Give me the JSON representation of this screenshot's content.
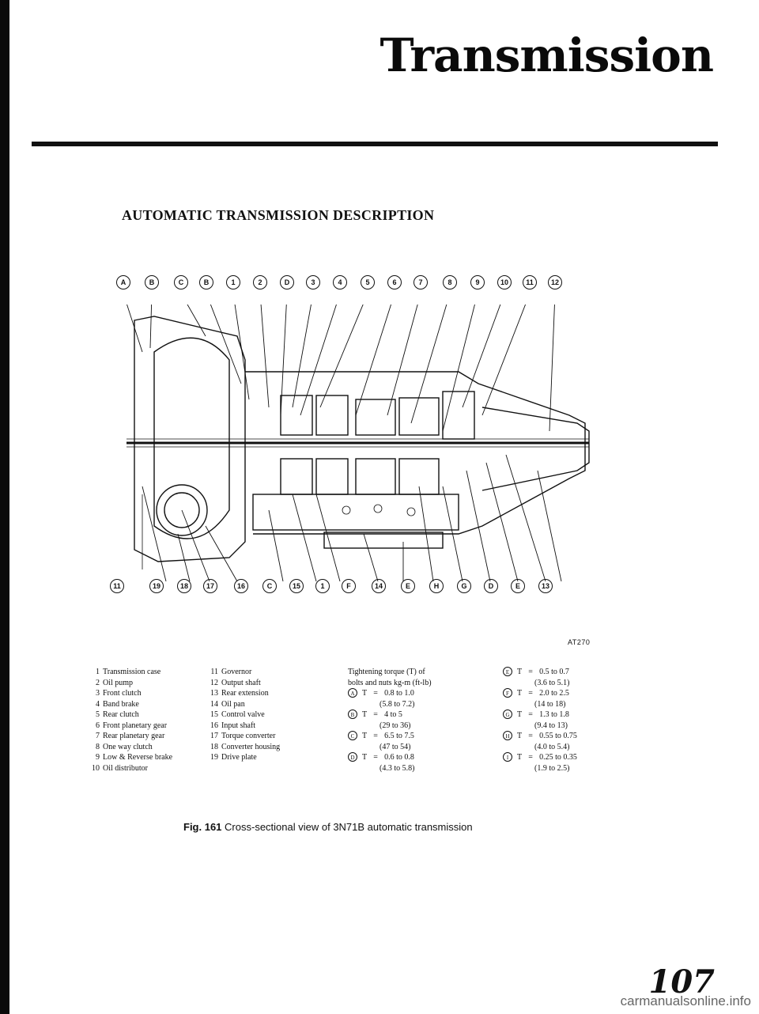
{
  "header": {
    "title": "Transmission"
  },
  "section_heading": "AUTOMATIC TRANSMISSION DESCRIPTION",
  "figure": {
    "code": "AT270",
    "top_callouts": [
      "A",
      "B",
      "C",
      "B",
      "1",
      "2",
      "D",
      "3",
      "4",
      "5",
      "6",
      "7",
      "8",
      "9",
      "10",
      "11",
      "12"
    ],
    "bottom_callouts": [
      "11",
      "19",
      "18",
      "17",
      "16",
      "C",
      "15",
      "1",
      "F",
      "14",
      "E",
      "H",
      "G",
      "D",
      "E",
      "13"
    ]
  },
  "legend_col1": [
    {
      "n": "1",
      "t": "Transmission case"
    },
    {
      "n": "2",
      "t": "Oil pump"
    },
    {
      "n": "3",
      "t": "Front clutch"
    },
    {
      "n": "4",
      "t": "Band brake"
    },
    {
      "n": "5",
      "t": "Rear clutch"
    },
    {
      "n": "6",
      "t": "Front planetary gear"
    },
    {
      "n": "7",
      "t": "Rear planetary gear"
    },
    {
      "n": "8",
      "t": "One way clutch"
    },
    {
      "n": "9",
      "t": "Low & Reverse brake"
    },
    {
      "n": "10",
      "t": "Oil distributor"
    }
  ],
  "legend_col2": [
    {
      "n": "11",
      "t": "Governor"
    },
    {
      "n": "12",
      "t": "Output shaft"
    },
    {
      "n": "13",
      "t": "Rear extension"
    },
    {
      "n": "14",
      "t": "Oil pan"
    },
    {
      "n": "15",
      "t": "Control valve"
    },
    {
      "n": "16",
      "t": "Input shaft"
    },
    {
      "n": "17",
      "t": "Torque converter"
    },
    {
      "n": "18",
      "t": "Converter housing"
    },
    {
      "n": "19",
      "t": "Drive plate"
    }
  ],
  "torque_intro": [
    "Tightening torque (T) of",
    "bolts and nuts kg-m (ft-lb)"
  ],
  "torque_col1": [
    {
      "tag": "A",
      "sym": "T",
      "val": "0.8 to 1.0",
      "alt": "(5.8 to 7.2)"
    },
    {
      "tag": "B",
      "sym": "T",
      "val": "4 to 5",
      "alt": "(29 to 36)"
    },
    {
      "tag": "C",
      "sym": "T",
      "val": "6.5 to 7.5",
      "alt": "(47 to 54)"
    },
    {
      "tag": "D",
      "sym": "T",
      "val": "0.6 to 0.8",
      "alt": "(4.3 to 5.8)"
    }
  ],
  "torque_col2": [
    {
      "tag": "E",
      "sym": "T",
      "val": "0.5 to 0.7",
      "alt": "(3.6 to 5.1)"
    },
    {
      "tag": "F",
      "sym": "T",
      "val": "2.0 to 2.5",
      "alt": "(14 to 18)"
    },
    {
      "tag": "G",
      "sym": "T",
      "val": "1.3 to 1.8",
      "alt": "(9.4 to 13)"
    },
    {
      "tag": "H",
      "sym": "T",
      "val": "0.55 to 0.75",
      "alt": "(4.0 to 5.4)"
    },
    {
      "tag": "I",
      "sym": "T",
      "val": "0.25 to 0.35",
      "alt": "(1.9 to 2.5)"
    }
  ],
  "caption": {
    "fig_label": "Fig. 161",
    "text": "Cross-sectional view of 3N71B automatic transmission"
  },
  "page_number": "107",
  "watermark": "carmanualsonline.info"
}
